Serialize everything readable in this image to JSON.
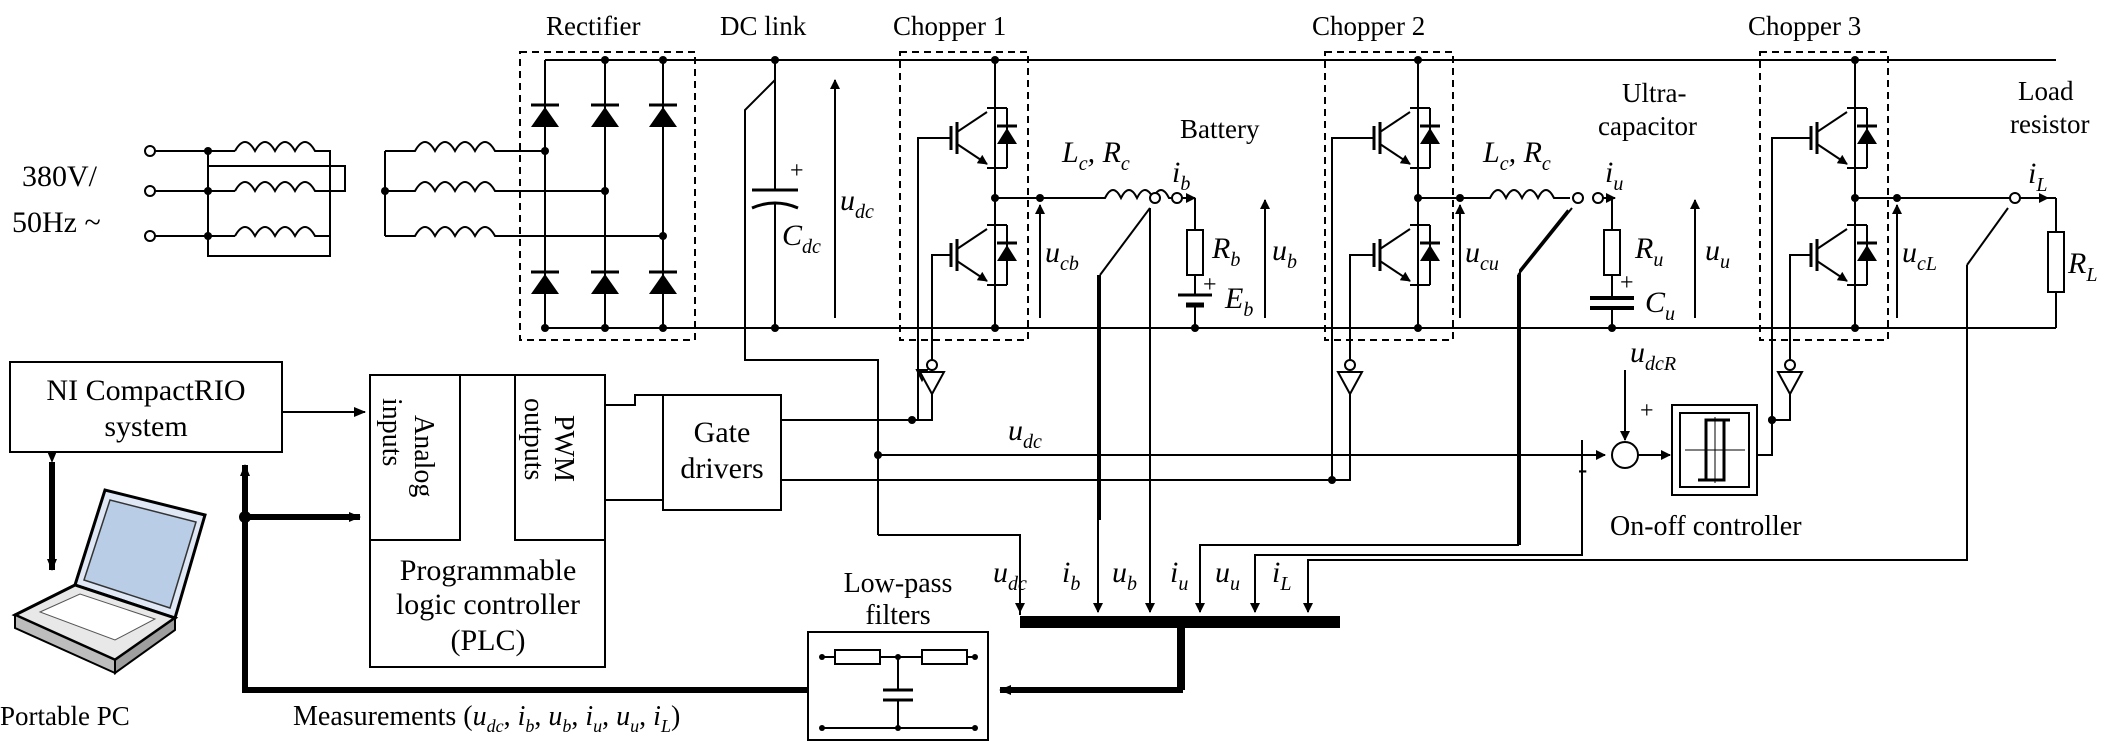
{
  "labels": {
    "rectifier": "Rectifier",
    "dc_link": "DC link",
    "chopper1": "Chopper 1",
    "chopper2": "Chopper 2",
    "chopper3": "Chopper 3",
    "battery": "Battery",
    "ultra_line1": "Ultra-",
    "ultra_line2": "capacitor",
    "load_line1": "Load",
    "load_line2": "resistor",
    "source_line1": "380V/",
    "source_line2": "50Hz ~",
    "ni_line1": "NI CompactRIO",
    "ni_line2": "system",
    "analog_line1": "Analog",
    "analog_line2": "inputs",
    "pwm_line1": "PWM",
    "pwm_line2": "outputs",
    "gate_line1": "Gate",
    "gate_line2": "drivers",
    "plc_line1": "Programmable",
    "plc_line2": "logic controller",
    "plc_line3": "(PLC)",
    "lowpass_line1": "Low-pass",
    "lowpass_line2": "filters",
    "onoff": "On-off controller",
    "portable_pc": "Portable PC",
    "measurements": "Measurements (",
    "measurements_list": "u",
    "plus": "+",
    "minus": "-"
  },
  "symbols": {
    "Lc": "L",
    "Rc": "R",
    "c_sub": "c",
    "ib": "i",
    "b_sub": "b",
    "iu": "i",
    "u_sub": "u",
    "iL": "i",
    "L_sub": "L",
    "Rb": "R",
    "Eb": "E",
    "Ru": "R",
    "Cu": "C",
    "RL": "R",
    "Cdc": "C",
    "dc_sub": "dc",
    "udc": "u",
    "ucb": "u",
    "cb_sub": "cb",
    "ub": "u",
    "ucu": "u",
    "cu_sub": "cu",
    "uu": "u",
    "ucL": "u",
    "cL_sub": "cL",
    "udcR": "u",
    "dcR_sub": "dcR"
  }
}
